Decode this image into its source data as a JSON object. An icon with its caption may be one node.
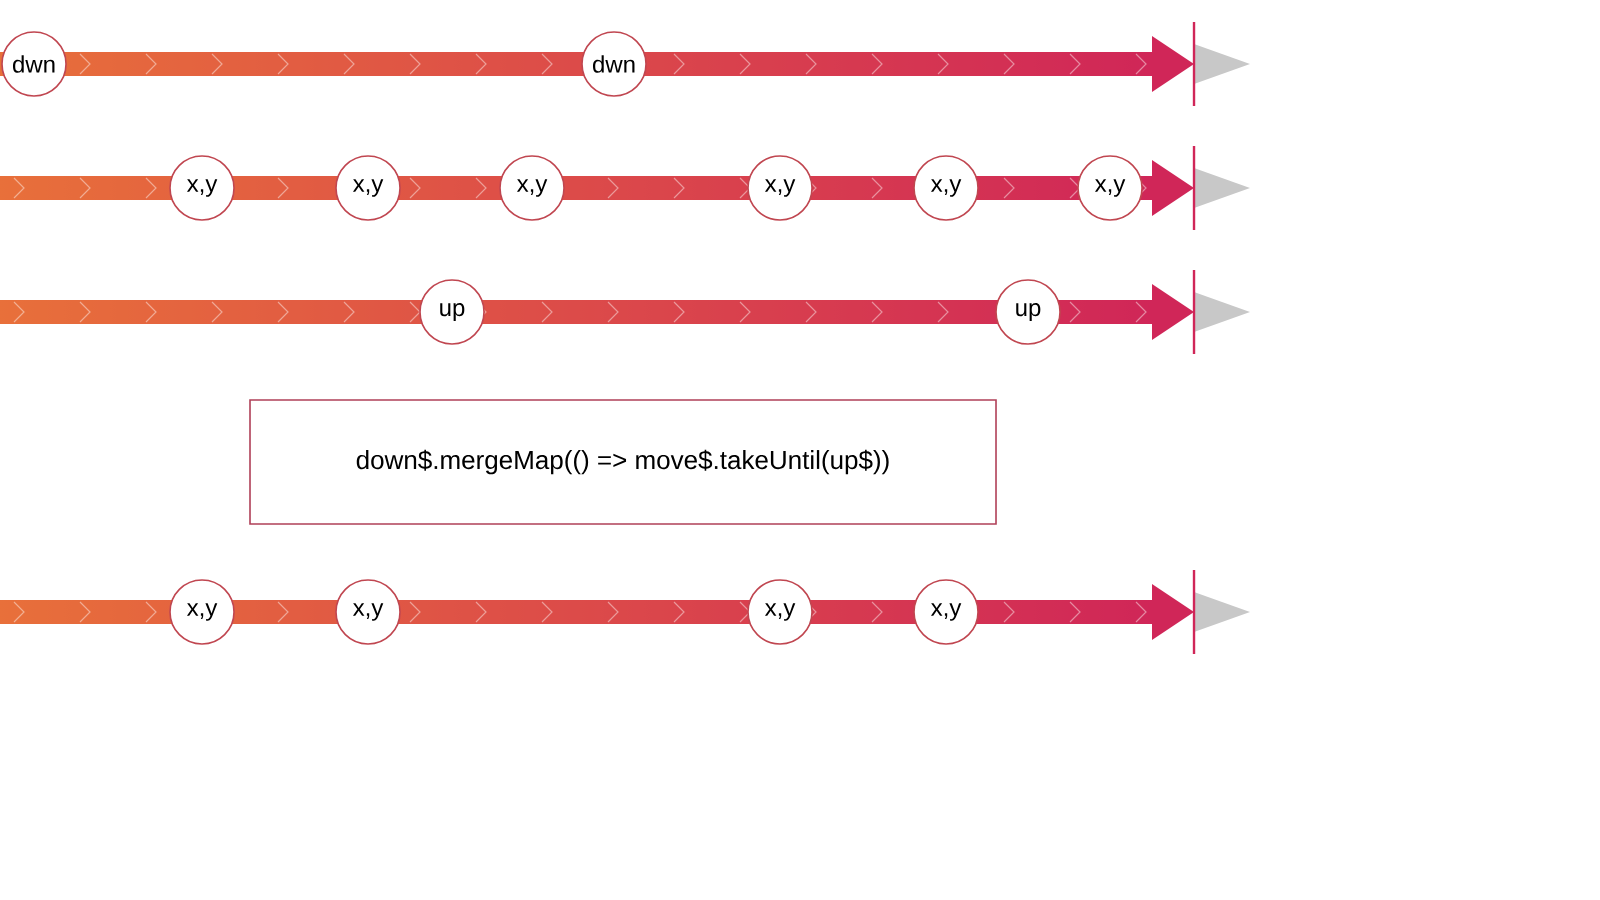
{
  "diagram": {
    "nodes": [
      {
        "text": [
          "dwn"
        ]
      },
      {
        "text": [
          "dwn"
        ]
      },
      {
        "text": [
          "x,y"
        ]
      },
      {
        "text": [
          "x,y"
        ]
      },
      {
        "text": [
          "x,y"
        ]
      },
      {
        "text": [
          "x,y"
        ]
      },
      {
        "text": [
          "x,y"
        ]
      },
      {
        "text": [
          "x,y"
        ]
      },
      {
        "text": [
          "up"
        ]
      },
      {
        "text": [
          "up"
        ]
      },
      {
        "text": [
          "down$.mergeMap(() => move$.takeUntil(up$))"
        ]
      },
      {
        "text": [
          "x,y"
        ]
      },
      {
        "text": [
          "x,y"
        ]
      },
      {
        "text": [
          "x,y"
        ]
      },
      {
        "text": [
          "x,y"
        ]
      }
    ]
  }
}
